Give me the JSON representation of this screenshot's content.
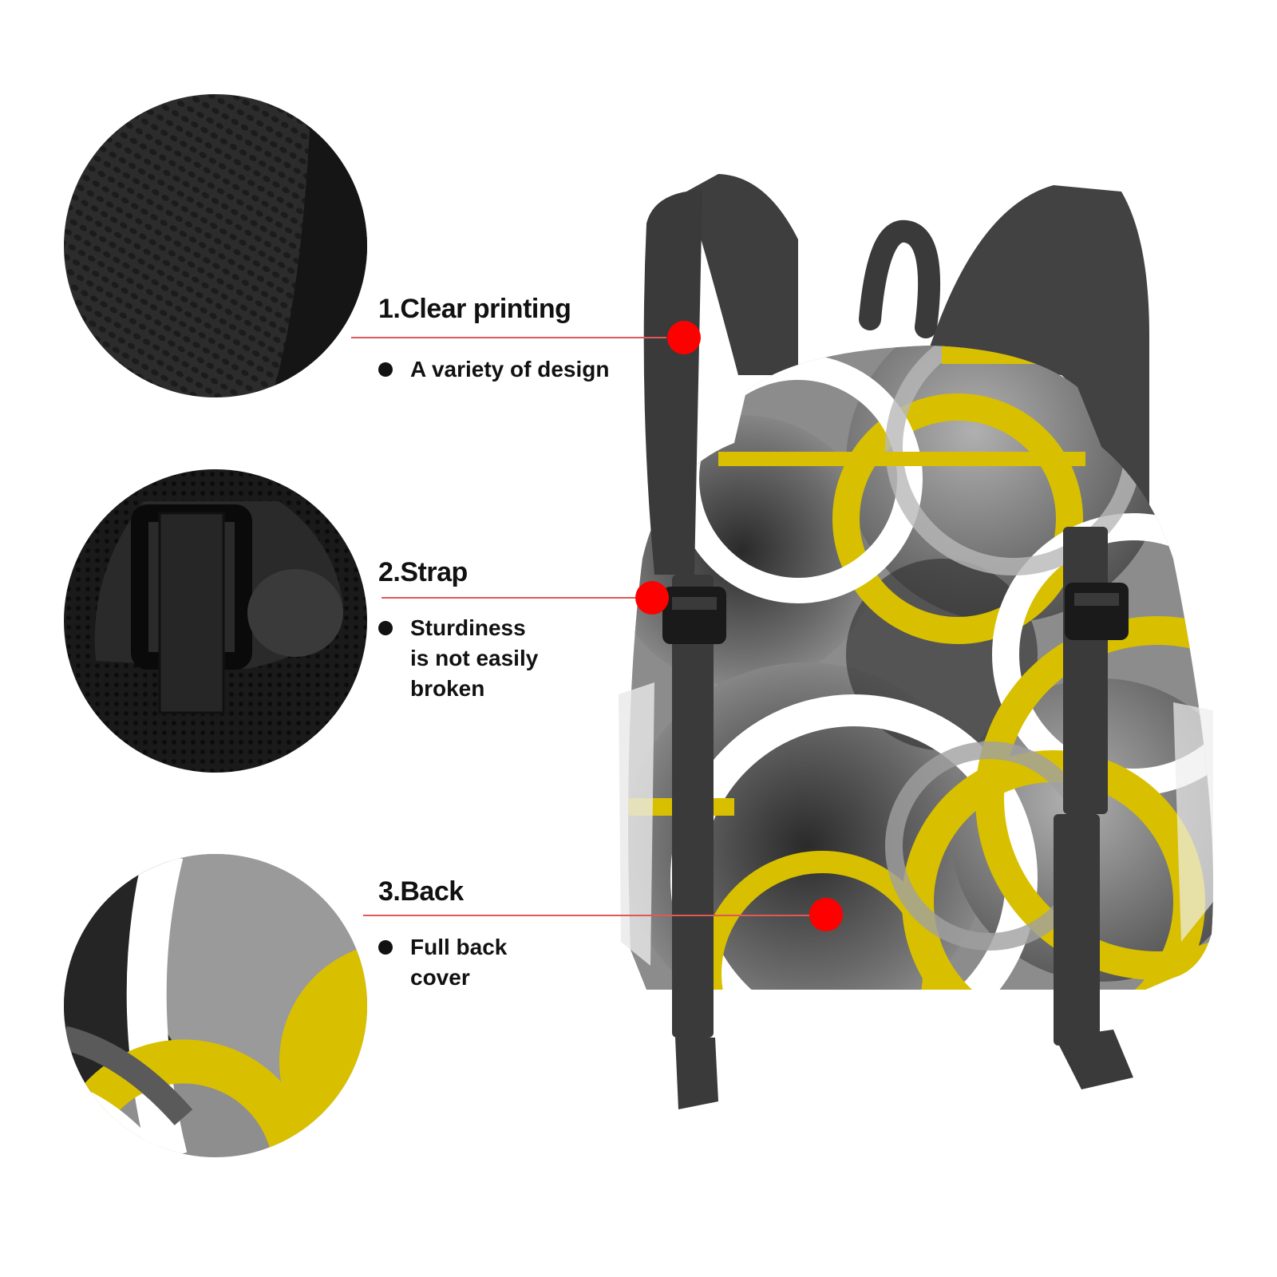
{
  "features": [
    {
      "title": "1.Clear printing",
      "bullet_lines": [
        "A variety of design"
      ]
    },
    {
      "title": "2.Strap",
      "bullet_lines": [
        "Sturdiness",
        "is not easily",
        "broken"
      ]
    },
    {
      "title": "3.Back",
      "bullet_lines": [
        "Full back",
        "cover"
      ]
    }
  ],
  "colors": {
    "accent_red": "#ff0000",
    "pattern_yellow": "#d8c000",
    "strap_dark": "#3a3a3a",
    "pattern_gray": "#8a8a8a"
  },
  "icons": {
    "callout_dot": "red-dot-icon",
    "bullet": "black-bullet-icon"
  }
}
